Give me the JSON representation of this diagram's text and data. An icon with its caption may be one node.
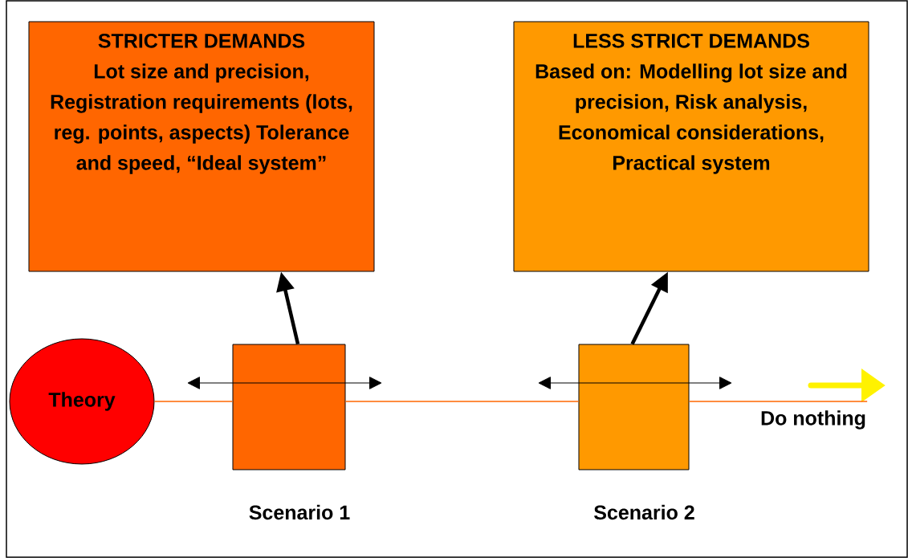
{
  "diagram": {
    "nodes": [
      {
        "text": [
          "STRICTER DEMANDS",
          "Lot size and precision, Registration requirements (lots, reg. points, aspects) Tolerance and speed, “Ideal system”"
        ]
      },
      {
        "text": [
          "LESS STRICT DEMANDS",
          "Based on: Modelling lot size and precision, Risk analysis, Economical considerations, Practical system"
        ]
      },
      {
        "text": [
          "Theory"
        ]
      },
      {
        "text": [],
        "shape": "box",
        "beside": [
          "Scenario 1"
        ]
      },
      {
        "text": [],
        "shape": "box",
        "beside": [
          "Scenario 2"
        ]
      },
      {
        "text": [
          "Do nothing"
        ]
      }
    ],
    "edges": [
      {
        "from": 2,
        "to": 3,
        "arrow": "none",
        "color": "#ff6600"
      },
      {
        "from": 3,
        "to": 4,
        "arrow": "none",
        "color": "#ff6600"
      },
      {
        "from": 4,
        "to": 5,
        "arrow": "none",
        "color": "#ff6600"
      },
      {
        "from": 3,
        "to": 0,
        "arrow": "to",
        "style": "thick",
        "color": "#000000"
      },
      {
        "from": 4,
        "to": 1,
        "arrow": "to",
        "style": "thick",
        "color": "#000000"
      }
    ]
  }
}
